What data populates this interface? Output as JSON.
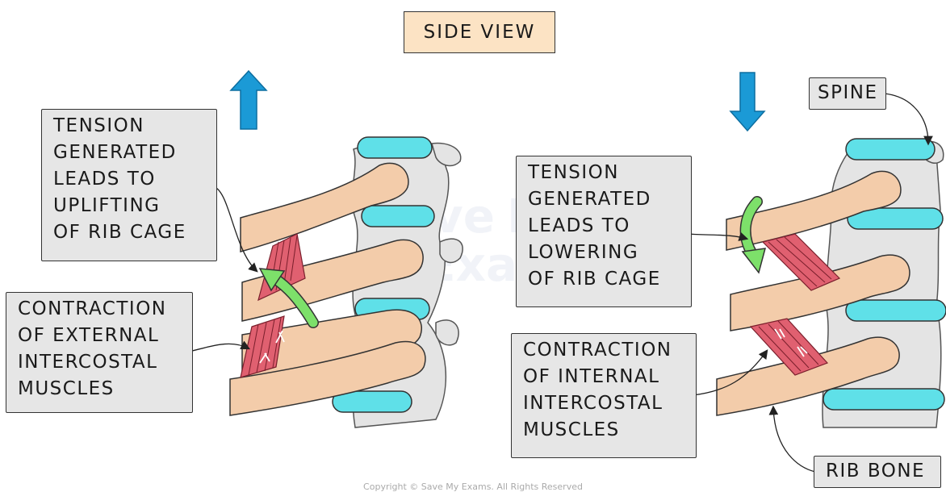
{
  "title": "SIDE VIEW",
  "left": {
    "tension_label": "TENSION\nGENERATED\nLEADS TO\nUPLIFTING\nOF RIB CAGE",
    "contraction_label": "CONTRACTION\nOF EXTERNAL\nINTERCOSTAL\nMUSCLES"
  },
  "right": {
    "spine_label": "SPINE",
    "tension_label": "TENSION\nGENERATED\nLEADS TO\nLOWERING\nOF RIB CAGE",
    "contraction_label": "CONTRACTION\nOF INTERNAL\nINTERCOSTAL\nMUSCLES",
    "rib_label": "RIB BONE"
  },
  "watermark": {
    "line1": "Save",
    "line2": "My",
    "line3": "Exams"
  },
  "copyright": "Copyright © Save My Exams. All Rights Reserved",
  "colors": {
    "rib": "#f3ccaa",
    "disc": "#5fe0e8",
    "vertebra": "#e4e4e4",
    "muscle": "#e06070",
    "curved_arrow": "#7de06a",
    "direction_arrow": "#1b9ad6",
    "label_bg": "#e6e6e6",
    "title_bg": "#fce3c4"
  },
  "icons": {
    "left_direction": "arrow-up-icon",
    "right_direction": "arrow-down-icon"
  }
}
